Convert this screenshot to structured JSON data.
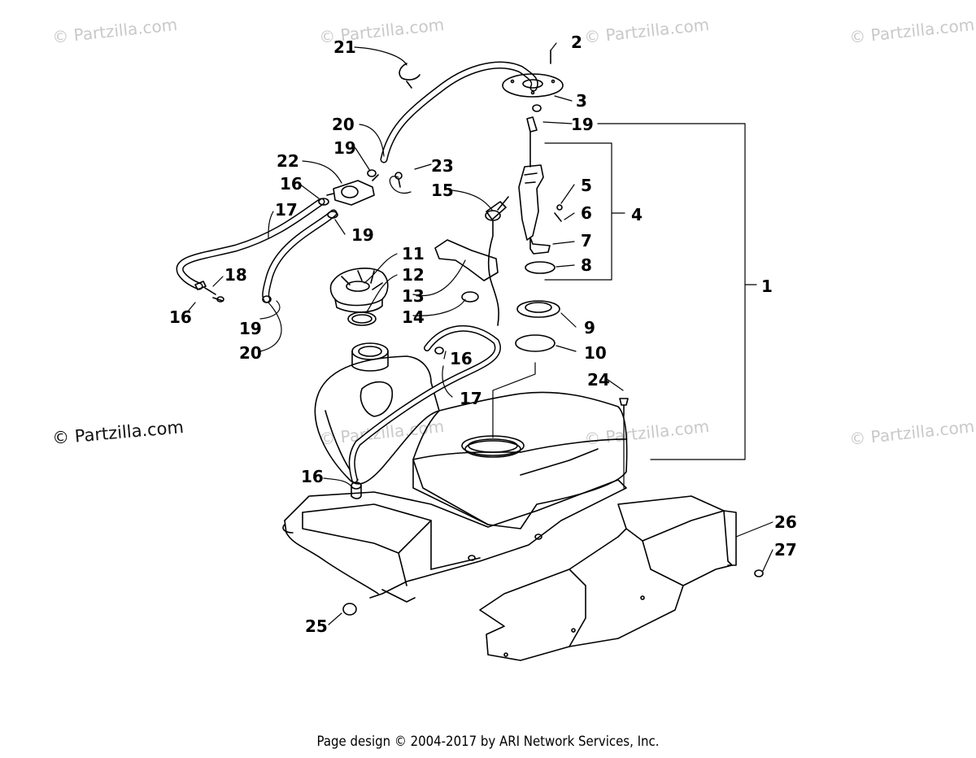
{
  "watermarks": {
    "light": "© Partzilla.com",
    "dark": "© Partzilla.com"
  },
  "callouts": [
    "1",
    "2",
    "3",
    "4",
    "5",
    "6",
    "7",
    "8",
    "9",
    "10",
    "11",
    "12",
    "13",
    "14",
    "15",
    "16",
    "16",
    "16",
    "16",
    "17",
    "17",
    "18",
    "19",
    "19",
    "19",
    "19",
    "20",
    "20",
    "21",
    "22",
    "23",
    "24",
    "25",
    "26",
    "27"
  ],
  "footer": "Page design © 2004-2017 by ARI Network Services, Inc.",
  "colors": {
    "line": "#000000",
    "watermark": "#c9c9c9",
    "background": "#ffffff"
  }
}
